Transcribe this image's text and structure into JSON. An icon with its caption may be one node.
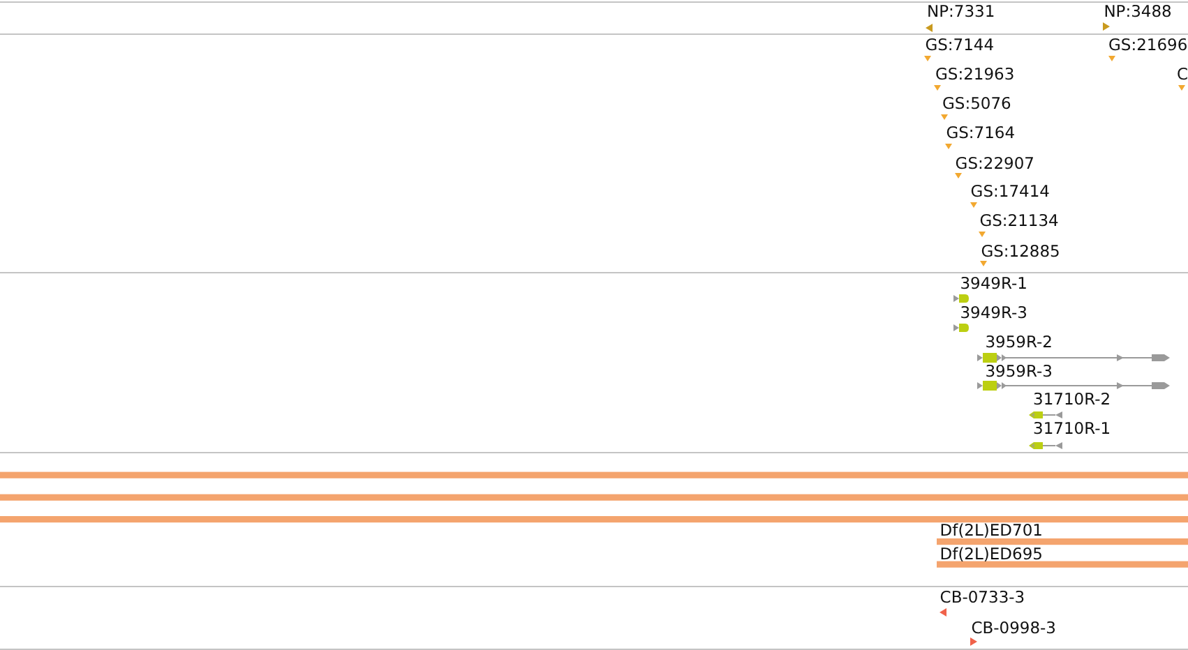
{
  "diagram": {
    "labels": [
      "NP:7331",
      "NP:3488",
      "GS:7144",
      "GS:21696",
      "GS:21963",
      "C",
      "GS:5076",
      "GS:7164",
      "GS:22907",
      "GS:17414",
      "GS:21134",
      "GS:12885",
      "3949R-1",
      "3949R-3",
      "3959R-2",
      "3959R-3",
      "31710R-2",
      "31710R-1",
      "Df(2L)ED701",
      "Df(2L)ED695",
      "CB-0733-3",
      "CB-0998-3"
    ]
  }
}
